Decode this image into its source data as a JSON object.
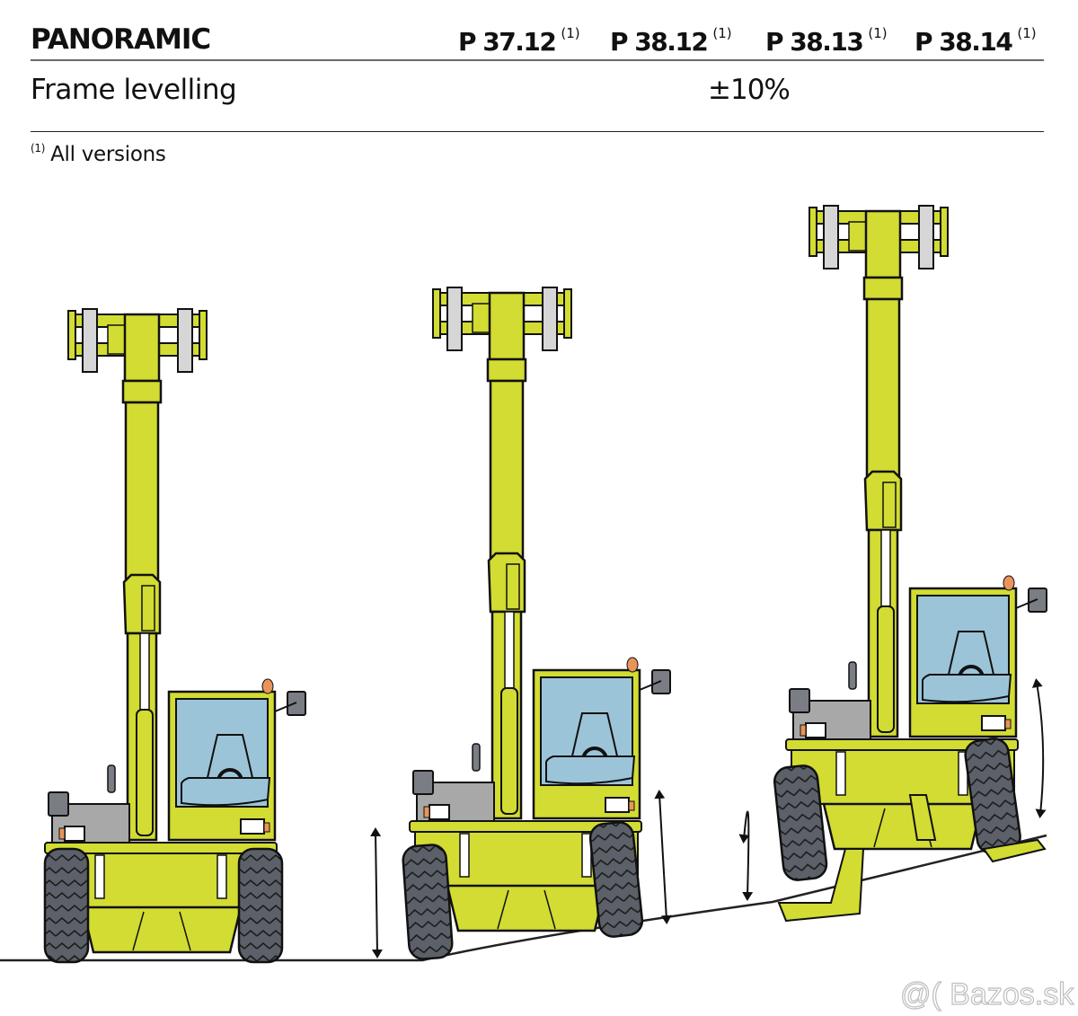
{
  "table": {
    "brand": "PANORAMIC",
    "models": [
      {
        "name": "P 37.12",
        "note": "(1)"
      },
      {
        "name": "P 38.12",
        "note": "(1)"
      },
      {
        "name": "P 38.13",
        "note": "(1)"
      },
      {
        "name": "P 38.14",
        "note": "(1)"
      }
    ],
    "rows": [
      {
        "label": "Frame levelling",
        "value": "±10%"
      }
    ]
  },
  "footnote": {
    "marker": "(1)",
    "text": "All versions"
  },
  "illustration": {
    "subject": "three telehandlers: level ground, frame levelled on gentle slope, frame levelled on steeper slope",
    "colors": {
      "body": "#d2dc32",
      "outline": "#111111",
      "glass": "#9cc4d8",
      "tyre": "#5c6068",
      "grey_part": "#a8a8a8",
      "fork": "#d6d6d6",
      "beacon": "#e8945a"
    }
  },
  "watermark": "@( Bazos.sk"
}
